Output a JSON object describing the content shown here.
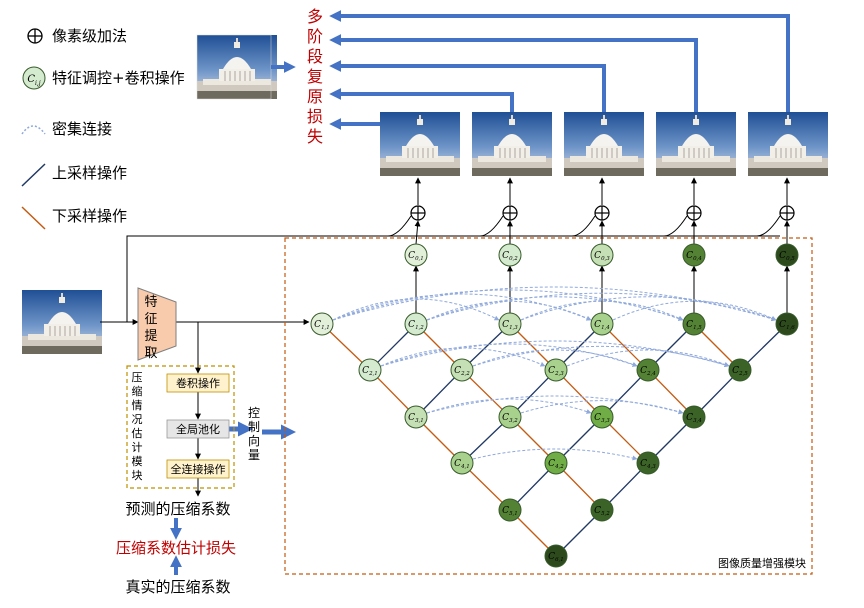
{
  "legend": {
    "plus_label": "像素级加法",
    "node_symbol": "C",
    "node_symbol_sub": "i,j",
    "node_label": "特征调控+卷积操作",
    "dense_label": "密集连接",
    "up_label": "上采样操作",
    "down_label": "下采样操作"
  },
  "multi_stage_loss": [
    "多",
    "阶",
    "段",
    "复",
    "原",
    "损",
    "失"
  ],
  "feature_extract": [
    "特",
    "征",
    "提",
    "取"
  ],
  "estimation_module": {
    "title_chars": [
      "压",
      "缩",
      "情",
      "况",
      "估",
      "计",
      "模",
      "块"
    ],
    "conv": "卷积操作",
    "pool": "全局池化",
    "fc": "全连接操作"
  },
  "control_vector": [
    "控",
    "制",
    "向",
    "量"
  ],
  "predicted_coef": "预测的压缩系数",
  "coef_loss": "压缩系数估计损失",
  "true_coef": "真实的压缩系数",
  "enhance_module_label": "图像质量增强模块",
  "node_labels": {
    "n01": "0,1",
    "n02": "0,2",
    "n03": "0,3",
    "n04": "0,4",
    "n05": "0,5",
    "n11": "1,1",
    "n12": "1,2",
    "n13": "1,3",
    "n14": "1,4",
    "n15": "1,5",
    "n16": "1,6",
    "n21": "2,1",
    "n22": "2,2",
    "n23": "2,3",
    "n24": "2,4",
    "n25": "2,5",
    "n31": "3,1",
    "n32": "3,2",
    "n33": "3,3",
    "n34": "3,4",
    "n41": "4,1",
    "n42": "4,2",
    "n43": "4,3",
    "n51": "5,1",
    "n52": "5,2",
    "n61": "6,1"
  },
  "colors": {
    "blue_arrow": "#4472c4",
    "red_text": "#c00000",
    "down_line": "#c55a11",
    "up_line": "#203864",
    "dense_line": "#8fa9dc",
    "module_border": "#c55a11",
    "estimation_border": "#bf9000",
    "op_box": "#fff2cc",
    "pool_box": "#e7e6e6",
    "feature_box": "#f8cbad"
  }
}
